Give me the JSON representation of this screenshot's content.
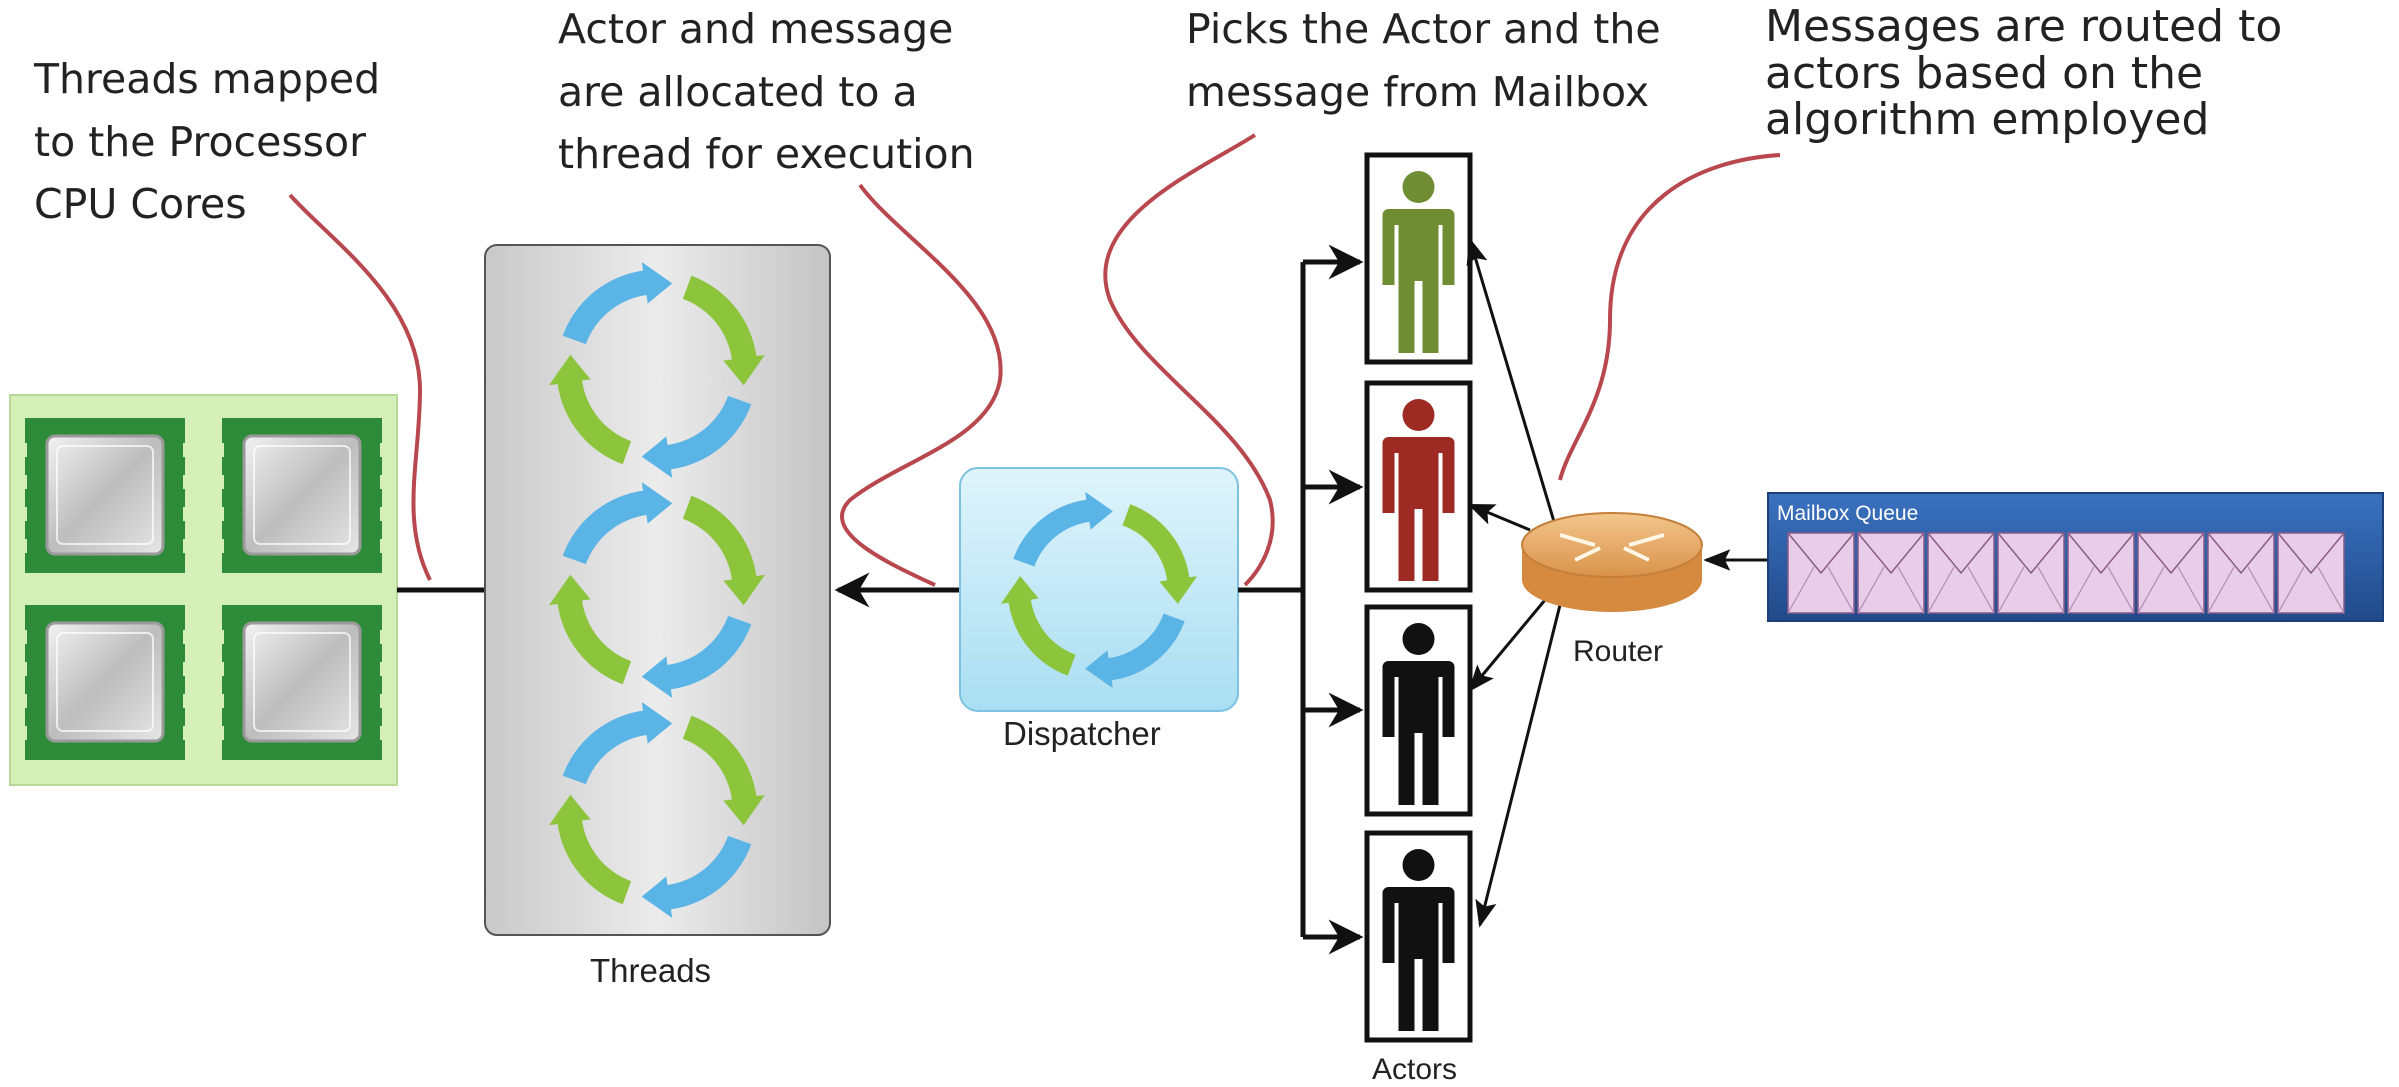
{
  "annotations": {
    "threads_mapped": "Threads mapped\nto the Processor\nCPU Cores",
    "actor_allocated": "Actor and message\nare allocated to a\nthread for execution",
    "picks_actor": "Picks the Actor and the\nmessage from Mailbox",
    "messages_routed": "Messages are routed to\nactors based on the\nalgorithm employed"
  },
  "labels": {
    "threads": "Threads",
    "dispatcher": "Dispatcher",
    "router": "Router",
    "actors": "Actors",
    "mailbox_queue": "Mailbox Queue"
  },
  "actors": [
    {
      "color": "#6f8e34"
    },
    {
      "color": "#9e2a24"
    },
    {
      "color": "#111111"
    },
    {
      "color": "#111111"
    }
  ],
  "colors": {
    "thread_blue": "#5ab4e6",
    "thread_green": "#8cc43c",
    "annotation_curve": "#b8484e",
    "mailbox_bg": "#2e5fa8",
    "envelope": "#e8cde8",
    "router": "#e6a85c",
    "cpu_board": "#2e8b3a",
    "cpu_bg": "#d5efb8"
  },
  "mailbox": {
    "envelope_count": 8
  }
}
